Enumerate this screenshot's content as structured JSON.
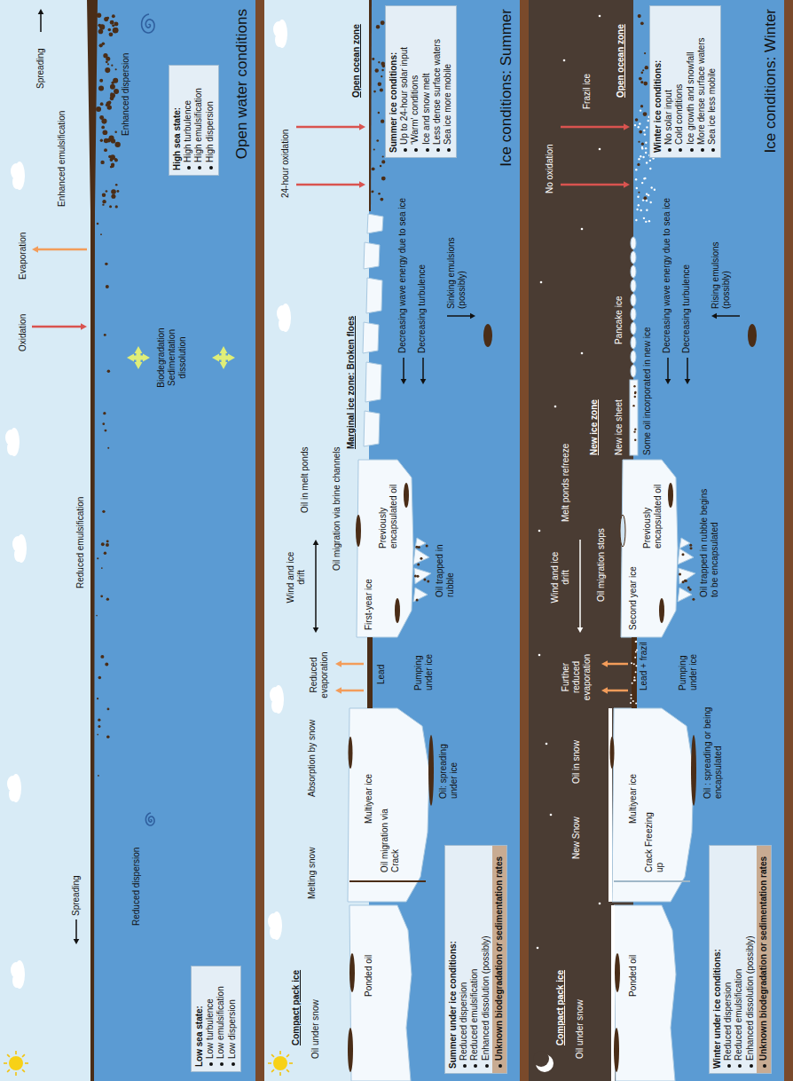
{
  "diagram": {
    "nodes": [
      {
        "text": [
          "Open water conditions"
        ]
      },
      {
        "text": [
          "High sea state:",
          "High turbulence",
          "High emulsification",
          "High dispersion"
        ],
        "in": 0
      },
      {
        "text": [
          "Low sea state:",
          "Low turbulence",
          "Low emulsification",
          "Low dispersion"
        ],
        "in": 0
      },
      {
        "text": [
          "Ice conditions: Summer"
        ]
      },
      {
        "text": [
          "Summer ice conditions:",
          "Up to 24-hour solar input",
          "‘Warm’ conditions",
          "Ice and snow melt",
          "Less dense surface waters",
          "Sea ice more mobile"
        ],
        "in": 3
      },
      {
        "text": [
          "Summer under ice conditions:",
          "Reduced dispersion",
          "Reduced emulsification",
          "Enhanced dissolution (possibly)",
          "Unknown biodegradation or sedimentation rates"
        ],
        "in": 3
      },
      {
        "text": [
          "Ice conditions: Winter"
        ]
      },
      {
        "text": [
          "Winter ice conditions:",
          "No solar input",
          "Cold conditions",
          "Ice growth and snowfall",
          "More dense surface waters",
          "Sea ice less mobile"
        ],
        "in": 6
      },
      {
        "text": [
          "Winter under ice conditions:",
          "Reduced dispersion",
          "Reduced emulsification",
          "Enhanced dissolution (possibly)",
          "Unknown biodegradation or sedimentation rates"
        ],
        "in": 6
      }
    ],
    "labels": [
      "Spreading",
      "Enhanced emulsification",
      "Enhanced dispersion",
      "Evaporation",
      "Oxidation",
      "Reduced emulsification",
      "Biodegradation Sedimentation dissolution",
      "Spreading",
      "Reduced dispersion",
      "24-hour oxidation",
      "Open ocean zone",
      "Decreasing wave energy due to sea ice",
      "Decreasing turbulence",
      "Marginal ice zone: Broken floes",
      "Sinking emulsions (possibly)",
      "Oil in melt ponds",
      "Oil migration via brine channels",
      "Wind and ice drift",
      "Previously encapsulated oil",
      "First-year ice",
      "Oil trapped in rubble",
      "Reduced evaporation",
      "Lead",
      "Pumping under ice",
      "Absorption by snow",
      "Multiyear ice",
      "Melting snow",
      "Oil migration via Crack",
      "Oil: spreading under ice",
      "Oil under snow",
      "Ponded oil",
      "Compact pack ice",
      "No oxidation",
      "Open ocean zone",
      "Frazil ice",
      "Decreasing wave energy due to sea ice",
      "Decreasing turbulence",
      "Rising emulsions (possibly)",
      "Pancake ice",
      "New ice zone",
      "New ice sheet",
      "Melt ponds refreeze",
      "Some oil incorporated in new ice",
      "Previously encapsulated oil",
      "Oil migration stops",
      "Wind and ice drift",
      "Second year ice",
      "Oil trapped in rubble begins to be encapsulated",
      "Further reduced evaporation",
      "Lead + frazil",
      "Pumping under ice",
      "Oil in snow",
      "Multiyear ice",
      "New Snow",
      "Crack Freezing up",
      "Oil : spreading or being encapsulated",
      "Oil under snow",
      "Ponded oil",
      "Compact pack ice"
    ]
  }
}
